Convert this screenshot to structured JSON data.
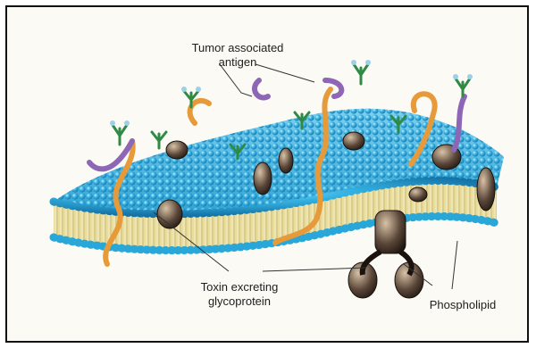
{
  "figure": {
    "labels": {
      "antigen_line1": "Tumor associated",
      "antigen_line2": "antigen",
      "toxin_line1": "Toxin excreting",
      "toxin_line2": "glycoprotein",
      "phospholipid": "Phospholipid"
    },
    "colors": {
      "head": "#2aa7d9",
      "head_highlight": "#8fdcf7",
      "tail": "#d8c873",
      "protein": "#3b2f26",
      "antigen_orange": "#e79a3a",
      "antigen_purple": "#8e66b6",
      "sugar_green": "#2f8a45",
      "leader_line": "#333333"
    }
  }
}
